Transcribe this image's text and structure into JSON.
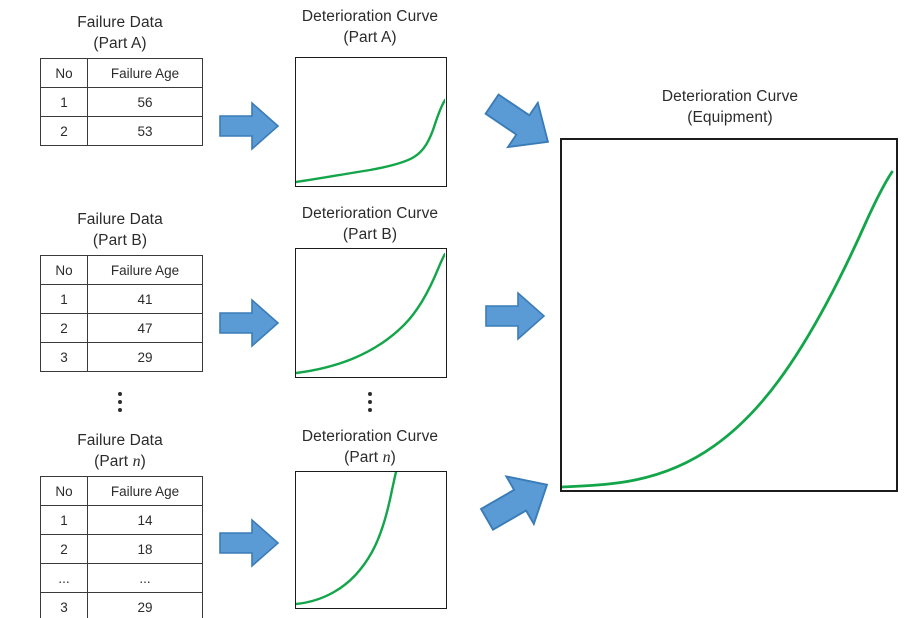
{
  "diagram": {
    "title_failure_data": "Failure Data",
    "title_deterioration_curve": "Deterioration Curve",
    "columns": {
      "tables_header": [
        "No",
        "Failure Age"
      ]
    },
    "parts": [
      {
        "id": "part-a",
        "table_title": "Failure Data",
        "table_subtitle": "(Part A)",
        "chart_title": "Deterioration Curve",
        "chart_subtitle": "(Part A)",
        "headers": [
          "No",
          "Failure Age"
        ],
        "rows": [
          [
            "1",
            "56"
          ],
          [
            "2",
            "53"
          ]
        ]
      },
      {
        "id": "part-b",
        "table_title": "Failure Data",
        "table_subtitle": "(Part B)",
        "chart_title": "Deterioration Curve",
        "chart_subtitle": "(Part B)",
        "headers": [
          "No",
          "Failure Age"
        ],
        "rows": [
          [
            "1",
            "41"
          ],
          [
            "2",
            "47"
          ],
          [
            "3",
            "29"
          ]
        ]
      },
      {
        "id": "part-n",
        "table_title": "Failure Data",
        "table_subtitle_prefix": "(Part ",
        "table_subtitle_var": "n",
        "table_subtitle_suffix": ")",
        "chart_title": "Deterioration Curve",
        "chart_subtitle_prefix": "(Part ",
        "chart_subtitle_var": "n",
        "chart_subtitle_suffix": ")",
        "headers": [
          "No",
          "Failure Age"
        ],
        "rows": [
          [
            "1",
            "14"
          ],
          [
            "2",
            "18"
          ],
          [
            "...",
            "..."
          ],
          [
            "3",
            "29"
          ]
        ]
      }
    ],
    "equipment": {
      "chart_title": "Deterioration Curve",
      "chart_subtitle": "(Equipment)"
    },
    "ellipsis_symbol": "⋮",
    "colors": {
      "curve_green": "#13a54a",
      "arrow_fill": "#5b9bd5",
      "arrow_stroke": "#3a7cb8",
      "box_border": "#1c1c1c",
      "table_border": "#3a3a3a",
      "text": "#2b2b2b"
    }
  },
  "chart_data": [
    {
      "type": "line",
      "id": "curve-part-a",
      "title": "Deterioration Curve (Part A)",
      "xlabel": "",
      "ylabel": "",
      "xlim": [
        0,
        1
      ],
      "ylim": [
        0,
        1
      ],
      "grid": false,
      "legend": "none",
      "series": [
        {
          "name": "Part A deterioration",
          "color": "#13a54a",
          "x": [
            0.0,
            0.1,
            0.2,
            0.3,
            0.4,
            0.5,
            0.6,
            0.7,
            0.78,
            0.85,
            0.9,
            0.94,
            0.97,
            1.0
          ],
          "y": [
            0.02,
            0.04,
            0.06,
            0.08,
            0.1,
            0.12,
            0.15,
            0.19,
            0.24,
            0.32,
            0.42,
            0.55,
            0.66,
            0.72
          ]
        }
      ]
    },
    {
      "type": "line",
      "id": "curve-part-b",
      "title": "Deterioration Curve (Part B)",
      "xlabel": "",
      "ylabel": "",
      "xlim": [
        0,
        1
      ],
      "ylim": [
        0,
        1
      ],
      "grid": false,
      "legend": "none",
      "series": [
        {
          "name": "Part B deterioration",
          "color": "#13a54a",
          "x": [
            0.0,
            0.1,
            0.2,
            0.3,
            0.4,
            0.5,
            0.6,
            0.7,
            0.78,
            0.86,
            0.92,
            0.96,
            1.0
          ],
          "y": [
            0.02,
            0.04,
            0.07,
            0.11,
            0.16,
            0.22,
            0.3,
            0.4,
            0.5,
            0.62,
            0.74,
            0.84,
            0.94
          ]
        }
      ]
    },
    {
      "type": "line",
      "id": "curve-part-n",
      "title": "Deterioration Curve (Part n)",
      "xlabel": "",
      "ylabel": "",
      "xlim": [
        0,
        1
      ],
      "ylim": [
        0,
        1
      ],
      "grid": false,
      "legend": "none",
      "series": [
        {
          "name": "Part n deterioration",
          "color": "#13a54a",
          "x": [
            0.0,
            0.06,
            0.12,
            0.2,
            0.28,
            0.36,
            0.44,
            0.52,
            0.58,
            0.64,
            0.7,
            0.76
          ],
          "y": [
            0.02,
            0.05,
            0.09,
            0.16,
            0.25,
            0.36,
            0.5,
            0.66,
            0.78,
            0.89,
            0.97,
            1.0
          ]
        }
      ]
    },
    {
      "type": "line",
      "id": "curve-equipment",
      "title": "Deterioration Curve (Equipment)",
      "xlabel": "",
      "ylabel": "",
      "xlim": [
        0,
        1
      ],
      "ylim": [
        0,
        1
      ],
      "grid": false,
      "legend": "none",
      "series": [
        {
          "name": "Equipment deterioration",
          "color": "#13a54a",
          "x": [
            0.0,
            0.08,
            0.16,
            0.24,
            0.32,
            0.4,
            0.48,
            0.56,
            0.64,
            0.72,
            0.8,
            0.88,
            0.94,
            1.0
          ],
          "y": [
            0.01,
            0.012,
            0.02,
            0.04,
            0.07,
            0.11,
            0.16,
            0.22,
            0.3,
            0.4,
            0.52,
            0.66,
            0.76,
            0.86
          ]
        }
      ]
    }
  ]
}
